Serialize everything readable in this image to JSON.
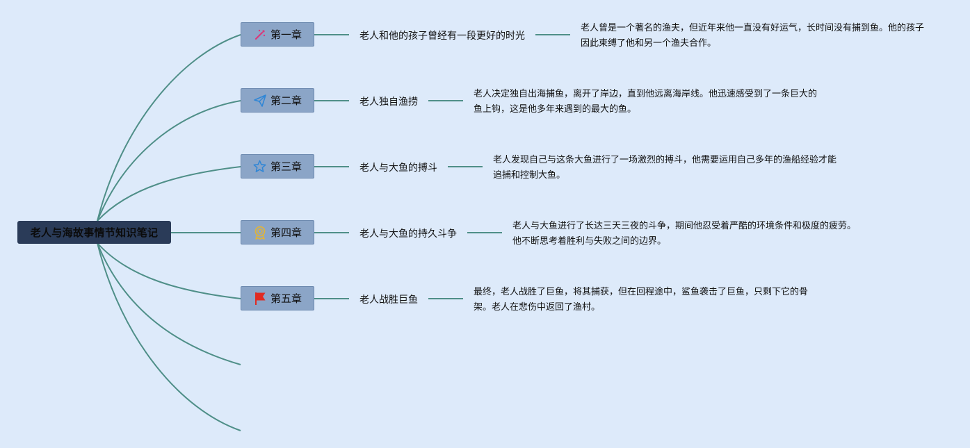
{
  "root": {
    "title": "老人与海故事情节知识笔记"
  },
  "chapters": [
    {
      "label": "第一章",
      "icon": "magic-wand-icon",
      "icon_color": "#d9397a",
      "summary": "老人和他的孩子曾经有一段更好的时光",
      "detail": "老人曾是一个著名的渔夫，但近年来他一直没有好运气，长时间没有捕到鱼。他的孩子因此束缚了他和另一个渔夫合作。"
    },
    {
      "label": "第二章",
      "icon": "paper-plane-icon",
      "icon_color": "#2f86d6",
      "summary": "老人独自渔捞",
      "detail": "老人决定独自出海捕鱼，离开了岸边，直到他远离海岸线。他迅速感受到了一条巨大的鱼上钩，这是他多年来遇到的最大的鱼。"
    },
    {
      "label": "第三章",
      "icon": "star-icon",
      "icon_color": "#2f86d6",
      "summary": "老人与大鱼的搏斗",
      "detail": "老人发现自己与这条大鱼进行了一场激烈的搏斗，他需要运用自己多年的渔船经验才能追捕和控制大鱼。"
    },
    {
      "label": "第四章",
      "icon": "award-medal-icon",
      "icon_color": "#e0b43a",
      "summary": "老人与大鱼的持久斗争",
      "detail": "老人与大鱼进行了长达三天三夜的斗争，期间他忍受着严酷的环境条件和极度的疲劳。他不断思考着胜利与失败之间的边界。"
    },
    {
      "label": "第五章",
      "icon": "red-flag-icon",
      "icon_color": "#e02b22",
      "summary": "老人战胜巨鱼",
      "detail": "最终，老人战胜了巨鱼，将其捕获，但在回程途中，鲨鱼袭击了巨鱼，只剩下它的骨架。老人在悲伤中返回了渔村。"
    }
  ],
  "colors": {
    "background": "#ddeafa",
    "root_fill": "#2a3b58",
    "chapter_fill": "#8ba5c7",
    "connector": "#4f8f88"
  }
}
